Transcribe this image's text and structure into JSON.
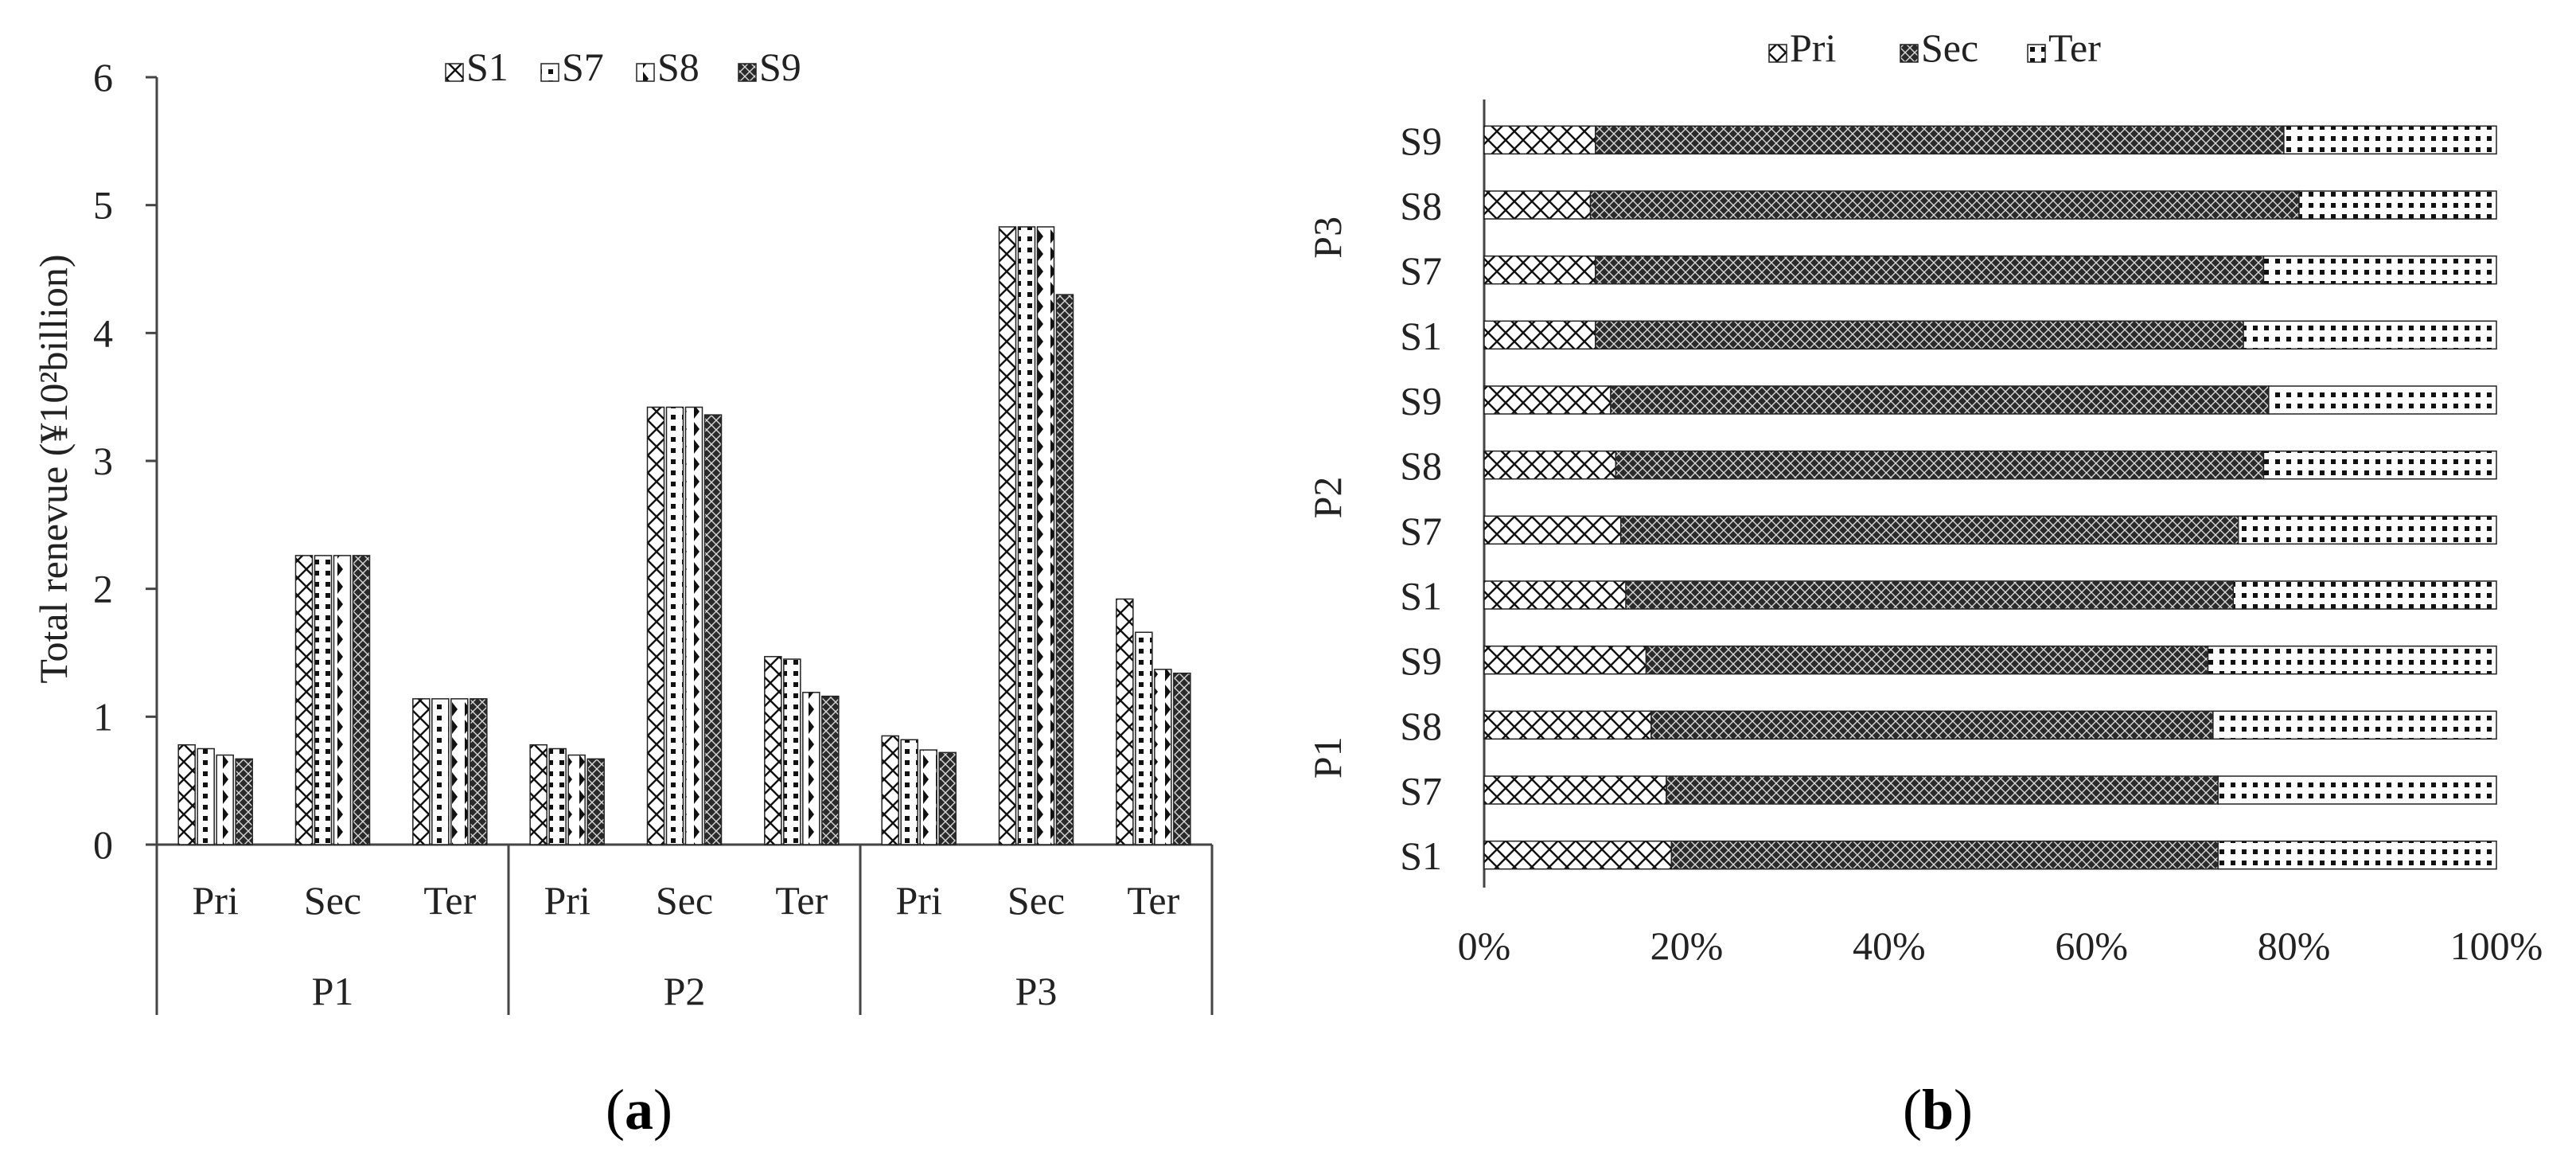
{
  "panels": {
    "a_label": "a",
    "b_label": "b"
  },
  "chart_data": [
    {
      "type": "bar",
      "panel": "a",
      "ylabel": "Total renevue (¥10²billion)",
      "ylim": [
        0,
        6
      ],
      "yticks": [
        "0",
        "1",
        "2",
        "3",
        "4",
        "5",
        "6"
      ],
      "groups": [
        "P1",
        "P2",
        "P3"
      ],
      "categories": [
        "Pri",
        "Sec",
        "Ter"
      ],
      "legend_position": "top",
      "series": [
        {
          "name": "S1",
          "pattern": "cross",
          "values": [
            [
              0.78,
              2.26,
              1.14
            ],
            [
              0.78,
              3.42,
              1.47
            ],
            [
              0.85,
              4.83,
              1.92
            ]
          ]
        },
        {
          "name": "S7",
          "pattern": "dots",
          "values": [
            [
              0.75,
              2.26,
              1.14
            ],
            [
              0.75,
              3.42,
              1.45
            ],
            [
              0.82,
              4.83,
              1.66
            ]
          ]
        },
        {
          "name": "S8",
          "pattern": "triangles",
          "values": [
            [
              0.7,
              2.26,
              1.14
            ],
            [
              0.7,
              3.42,
              1.19
            ],
            [
              0.74,
              4.83,
              1.37
            ]
          ]
        },
        {
          "name": "S9",
          "pattern": "dense",
          "values": [
            [
              0.67,
              2.26,
              1.14
            ],
            [
              0.67,
              3.36,
              1.16
            ],
            [
              0.72,
              4.3,
              1.34
            ]
          ]
        }
      ]
    },
    {
      "type": "bar",
      "panel": "b",
      "orientation": "horizontal",
      "stacked": "percent",
      "grid": false,
      "legend_position": "top",
      "xticks": [
        "0%",
        "20%",
        "40%",
        "60%",
        "80%",
        "100%"
      ],
      "groups": [
        "P1",
        "P2",
        "P3"
      ],
      "scenarios": [
        "S1",
        "S7",
        "S8",
        "S9"
      ],
      "series": [
        {
          "name": "Pri",
          "pattern": "cross",
          "values": [
            18.5,
            18.0,
            16.5,
            16.0,
            14.0,
            13.5,
            13.0,
            12.5,
            11.0,
            11.0,
            10.5,
            11.0
          ]
        },
        {
          "name": "Sec",
          "pattern": "dense",
          "values": [
            54.0,
            54.5,
            55.5,
            55.5,
            60.0,
            61.0,
            64.0,
            65.0,
            64.0,
            66.0,
            70.0,
            68.0
          ]
        },
        {
          "name": "Ter",
          "pattern": "dots",
          "values": [
            27.5,
            27.5,
            28.0,
            28.5,
            26.0,
            25.5,
            23.0,
            22.5,
            25.0,
            23.0,
            19.5,
            21.0
          ]
        }
      ]
    }
  ]
}
